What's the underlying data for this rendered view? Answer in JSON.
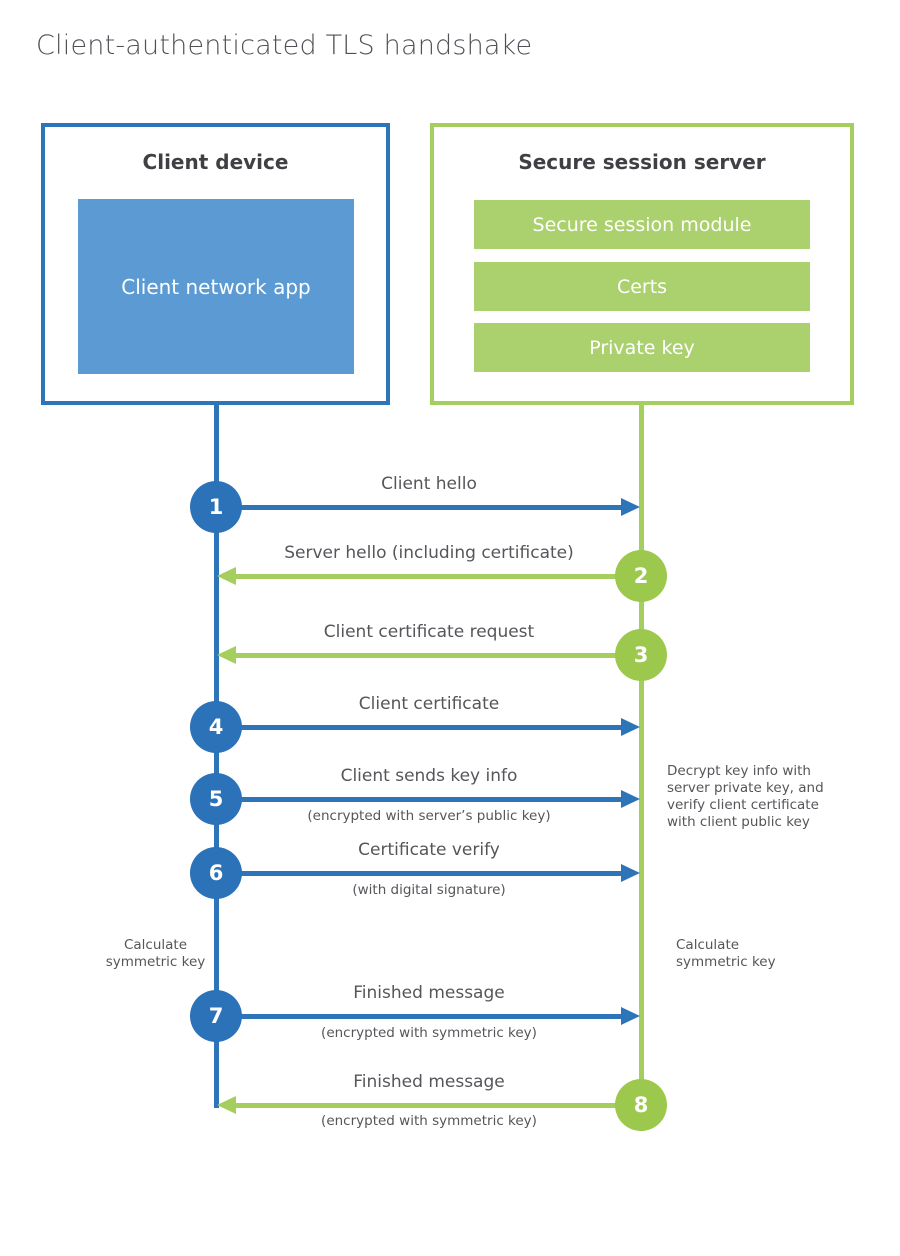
{
  "title": "Client-authenticated TLS handshake",
  "colors": {
    "blue_primary": "#2e74b8",
    "blue_fill": "#5b9ad3",
    "green_primary": "#a4ce5e",
    "green_fill": "#abd06e",
    "green_circle": "#9cc84d",
    "heading_text": "#3f4043",
    "label_text": "#54565a"
  },
  "actors": {
    "client": {
      "title": "Client device",
      "component": "Client network app"
    },
    "server": {
      "title": "Secure session server",
      "components": [
        "Secure session module",
        "Certs",
        "Private key"
      ]
    }
  },
  "messages": [
    {
      "num": "1",
      "from": "client",
      "to": "server",
      "label": "Client hello"
    },
    {
      "num": "2",
      "from": "server",
      "to": "client",
      "label": "Server hello (including certificate)"
    },
    {
      "num": "3",
      "from": "server",
      "to": "client",
      "label": "Client certificate request"
    },
    {
      "num": "4",
      "from": "client",
      "to": "server",
      "label": "Client certificate"
    },
    {
      "num": "5",
      "from": "client",
      "to": "server",
      "label": "Client sends key info",
      "sub": "(encrypted with server’s public key)"
    },
    {
      "num": "6",
      "from": "client",
      "to": "server",
      "label": "Certificate verify",
      "sub": "(with digital signature)"
    },
    {
      "num": "7",
      "from": "client",
      "to": "server",
      "label": "Finished message",
      "sub": "(encrypted with symmetric key)"
    },
    {
      "num": "8",
      "from": "server",
      "to": "client",
      "label": "Finished message",
      "sub": "(encrypted with symmetric key)"
    }
  ],
  "notes": {
    "decrypt": "Decrypt key info with server private key, and verify client certificate with client public key",
    "calc_left": "Calculate symmetric key",
    "calc_right": "Calculate symmetric key"
  }
}
